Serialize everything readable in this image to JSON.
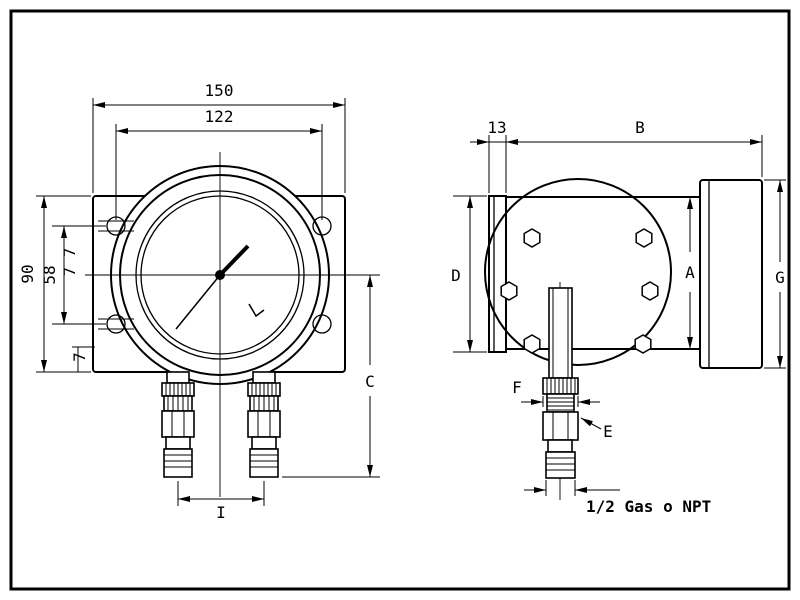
{
  "front_view": {
    "dims": {
      "width_flange": "150",
      "width_holes": "122",
      "height_flange": "90",
      "height_holes": "58",
      "slot_offsets": "7 7",
      "slot_offset_bottom": "7",
      "center_to_bottom": "C",
      "connection_spacing": "I"
    }
  },
  "side_view": {
    "dims": {
      "flange_thickness": "13",
      "case_depth": "B",
      "flange_height": "D",
      "case_diameter": "A",
      "overall_height": "G",
      "stem_width": "F",
      "hex_size": "E"
    },
    "thread_note": "1/2 Gas o NPT"
  },
  "colors": {
    "line": "#000000",
    "background": "#ffffff"
  }
}
